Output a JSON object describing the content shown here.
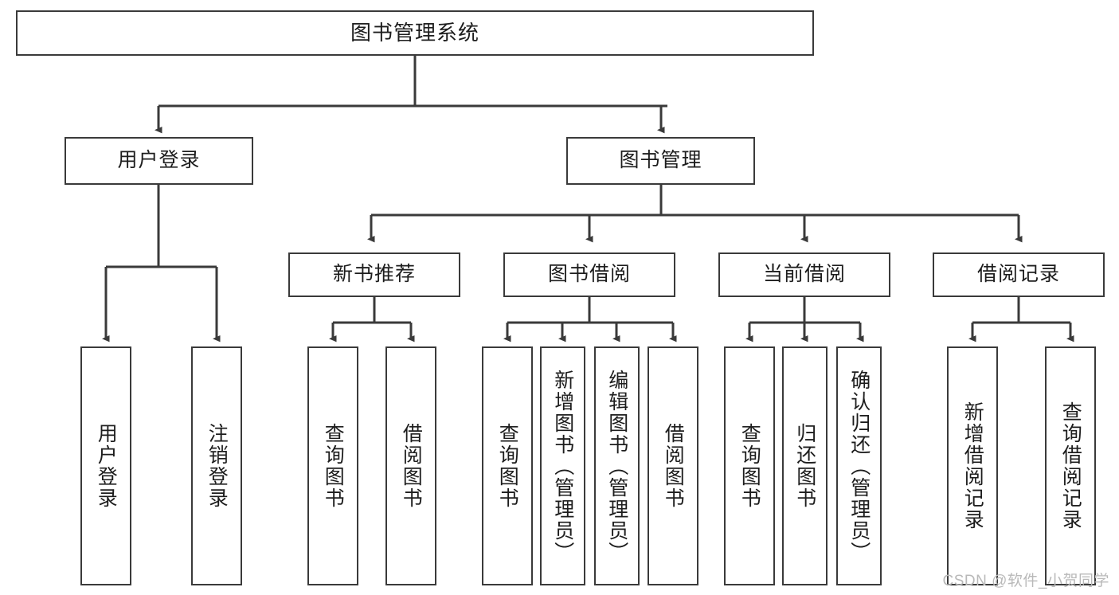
{
  "diagram": {
    "type": "tree",
    "title": "图书管理系统",
    "watermark": "CSDN @软件_小贺同学",
    "line_color": "#3a3a3a",
    "box_fill": "#ffffff",
    "text_color": "#1d1d1d",
    "root": {
      "label": "图书管理系统"
    },
    "level2": [
      {
        "label": "用户登录"
      },
      {
        "label": "图书管理"
      }
    ],
    "level3": [
      {
        "label": "新书推荐"
      },
      {
        "label": "图书借阅"
      },
      {
        "label": "当前借阅"
      },
      {
        "label": "借阅记录"
      }
    ],
    "leaves": {
      "user_login": [
        {
          "label": "用户登录"
        },
        {
          "label": "注销登录"
        }
      ],
      "new_book": [
        {
          "label": "查询图书"
        },
        {
          "label": "借阅图书"
        }
      ],
      "borrow_book": [
        {
          "label": "查询图书"
        },
        {
          "label": "新增图书（管理员）"
        },
        {
          "label": "编辑图书（管理员）"
        },
        {
          "label": "借阅图书"
        }
      ],
      "current_borrow": [
        {
          "label": "查询图书"
        },
        {
          "label": "归还图书"
        },
        {
          "label": "确认归还（管理员）"
        }
      ],
      "borrow_record": [
        {
          "label": "新增借阅记录"
        },
        {
          "label": "查询借阅记录"
        }
      ]
    }
  }
}
